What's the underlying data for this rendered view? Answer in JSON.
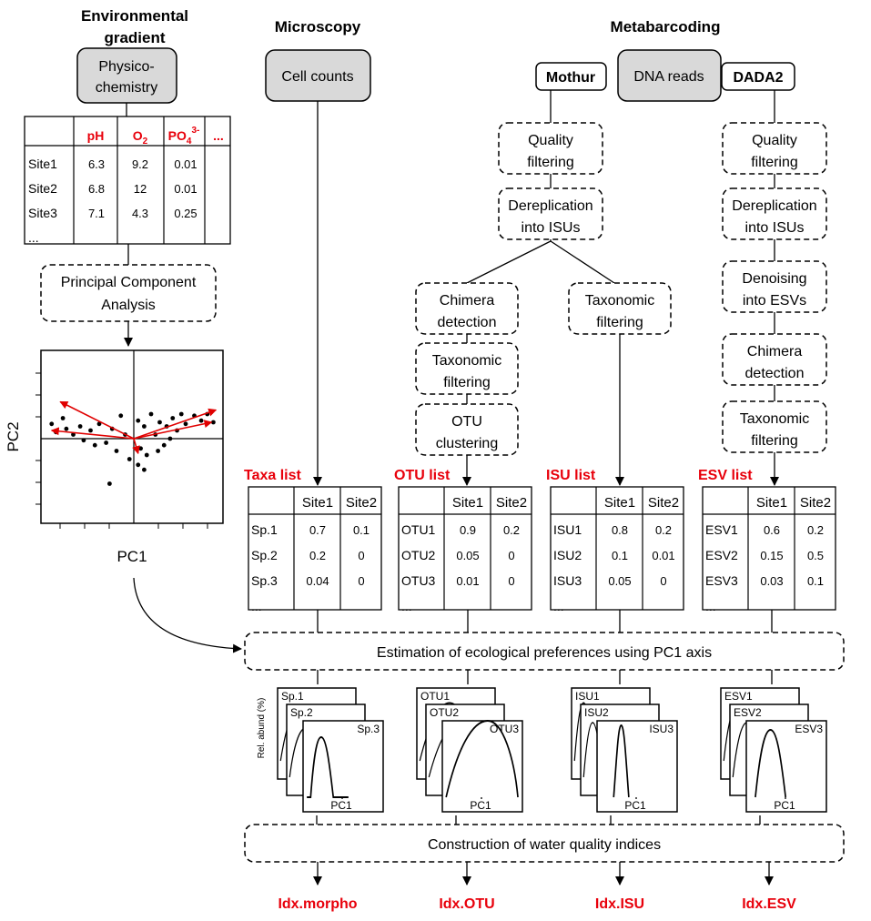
{
  "headers": {
    "environment_line1": "Environmental",
    "environment_line2": "gradient",
    "microscopy": "Microscopy",
    "metabarcoding": "Metabarcoding"
  },
  "boxes": {
    "physico_line1": "Physico-",
    "physico_line2": "chemistry",
    "cell_counts": "Cell counts",
    "dna_reads": "DNA reads",
    "mothur": "Mothur",
    "dada2": "DADA2",
    "pca_line1": "Principal Component",
    "pca_line2": "Analysis"
  },
  "env_table": {
    "columns": [
      "pH",
      "O",
      "PO",
      "..."
    ],
    "rows": [
      {
        "site": "Site1",
        "values": [
          "6.3",
          "9.2",
          "0.01"
        ]
      },
      {
        "site": "Site2",
        "values": [
          "6.8",
          "12",
          "0.01"
        ]
      },
      {
        "site": "Site3",
        "values": [
          "7.1",
          "4.3",
          "0.25"
        ]
      },
      {
        "site": "...",
        "values": [
          "",
          "",
          ""
        ]
      }
    ]
  },
  "pca_plot": {
    "xlabel": "PC1",
    "ylabel": "PC2",
    "points": [
      [
        -0.95,
        0.18
      ],
      [
        -0.9,
        0.08
      ],
      [
        -0.82,
        0.25
      ],
      [
        -0.78,
        0.12
      ],
      [
        -0.7,
        0.05
      ],
      [
        -0.62,
        0.15
      ],
      [
        -0.58,
        -0.02
      ],
      [
        -0.5,
        0.1
      ],
      [
        -0.45,
        -0.08
      ],
      [
        -0.4,
        0.18
      ],
      [
        -0.32,
        -0.05
      ],
      [
        -0.25,
        0.12
      ],
      [
        -0.2,
        -0.15
      ],
      [
        -0.28,
        -0.55
      ],
      [
        -0.1,
        0.05
      ],
      [
        0.05,
        0.22
      ],
      [
        0.08,
        -0.12
      ],
      [
        0.12,
        0.15
      ],
      [
        0.15,
        -0.2
      ],
      [
        0.2,
        0.3
      ],
      [
        0.25,
        0.05
      ],
      [
        0.3,
        0.2
      ],
      [
        0.35,
        -0.08
      ],
      [
        0.38,
        0.15
      ],
      [
        0.45,
        0.25
      ],
      [
        0.5,
        0.1
      ],
      [
        0.55,
        0.3
      ],
      [
        0.6,
        0.18
      ],
      [
        0.7,
        0.28
      ],
      [
        0.78,
        0.22
      ],
      [
        0.85,
        0.3
      ],
      [
        0.92,
        0.2
      ],
      [
        0.05,
        -0.32
      ],
      [
        -0.05,
        -0.25
      ],
      [
        0.12,
        -0.38
      ],
      [
        -0.15,
        0.28
      ],
      [
        0.28,
        -0.15
      ],
      [
        0.42,
        0.0
      ]
    ],
    "arrows": [
      [
        -0.85,
        0.45
      ],
      [
        -0.95,
        0.1
      ],
      [
        0.95,
        0.35
      ],
      [
        0.9,
        0.2
      ],
      [
        0.05,
        -0.18
      ]
    ]
  },
  "pipeline": {
    "mothur_steps": [
      [
        "Quality",
        "filtering"
      ],
      [
        "Dereplication",
        "into ISUs"
      ]
    ],
    "otu_branch": [
      [
        "Chimera",
        "detection"
      ],
      [
        "Taxonomic",
        "filtering"
      ],
      [
        "OTU",
        "clustering"
      ]
    ],
    "isu_branch": [
      [
        "Taxonomic",
        "filtering"
      ]
    ],
    "dada2_steps": [
      [
        "Quality",
        "filtering"
      ],
      [
        "Dereplication",
        "into ISUs"
      ],
      [
        "Denoising",
        "into ESVs"
      ],
      [
        "Chimera",
        "detection"
      ],
      [
        "Taxonomic",
        "filtering"
      ]
    ]
  },
  "lists": [
    {
      "title": "Taxa list",
      "header": [
        "Site1",
        "Site2"
      ],
      "rows": [
        [
          "Sp.1",
          "0.7",
          "0.1"
        ],
        [
          "Sp.2",
          "0.2",
          "0"
        ],
        [
          "Sp.3",
          "0.04",
          "0"
        ],
        [
          "...",
          "",
          ""
        ]
      ]
    },
    {
      "title": "OTU list",
      "header": [
        "Site1",
        "Site2"
      ],
      "rows": [
        [
          "OTU1",
          "0.9",
          "0.2"
        ],
        [
          "OTU2",
          "0.05",
          "0"
        ],
        [
          "OTU3",
          "0.01",
          "0"
        ],
        [
          "...",
          "",
          ""
        ]
      ]
    },
    {
      "title": "ISU list",
      "header": [
        "Site1",
        "Site2"
      ],
      "rows": [
        [
          "ISU1",
          "0.8",
          "0.2"
        ],
        [
          "ISU2",
          "0.1",
          "0.01"
        ],
        [
          "ISU3",
          "0.05",
          "0"
        ],
        [
          "...",
          "",
          ""
        ]
      ]
    },
    {
      "title": "ESV list",
      "header": [
        "Site1",
        "Site2"
      ],
      "rows": [
        [
          "ESV1",
          "0.6",
          "0.2"
        ],
        [
          "ESV2",
          "0.15",
          "0.5"
        ],
        [
          "ESV3",
          "0.03",
          "0.1"
        ],
        [
          "...",
          "",
          ""
        ]
      ]
    }
  ],
  "estimation_label": "Estimation of ecological preferences using PC1 axis",
  "curves": {
    "ylabel": "Rel. abund (%)",
    "xlabel": "PC1",
    "groups": [
      [
        "Sp.1",
        "Sp.2",
        "Sp.3"
      ],
      [
        "OTU1",
        "OTU2",
        "OTU3"
      ],
      [
        "ISU1",
        "ISU2",
        "ISU3"
      ],
      [
        "ESV1",
        "ESV2",
        "ESV3"
      ]
    ]
  },
  "construction_label": "Construction of water quality indices",
  "indices": [
    "Idx.morpho",
    "Idx.OTU",
    "Idx.ISU",
    "Idx.ESV"
  ],
  "colors": {
    "accent": "#e8000b",
    "box_fill": "#d9d9d9",
    "arrow": "#e00000"
  }
}
